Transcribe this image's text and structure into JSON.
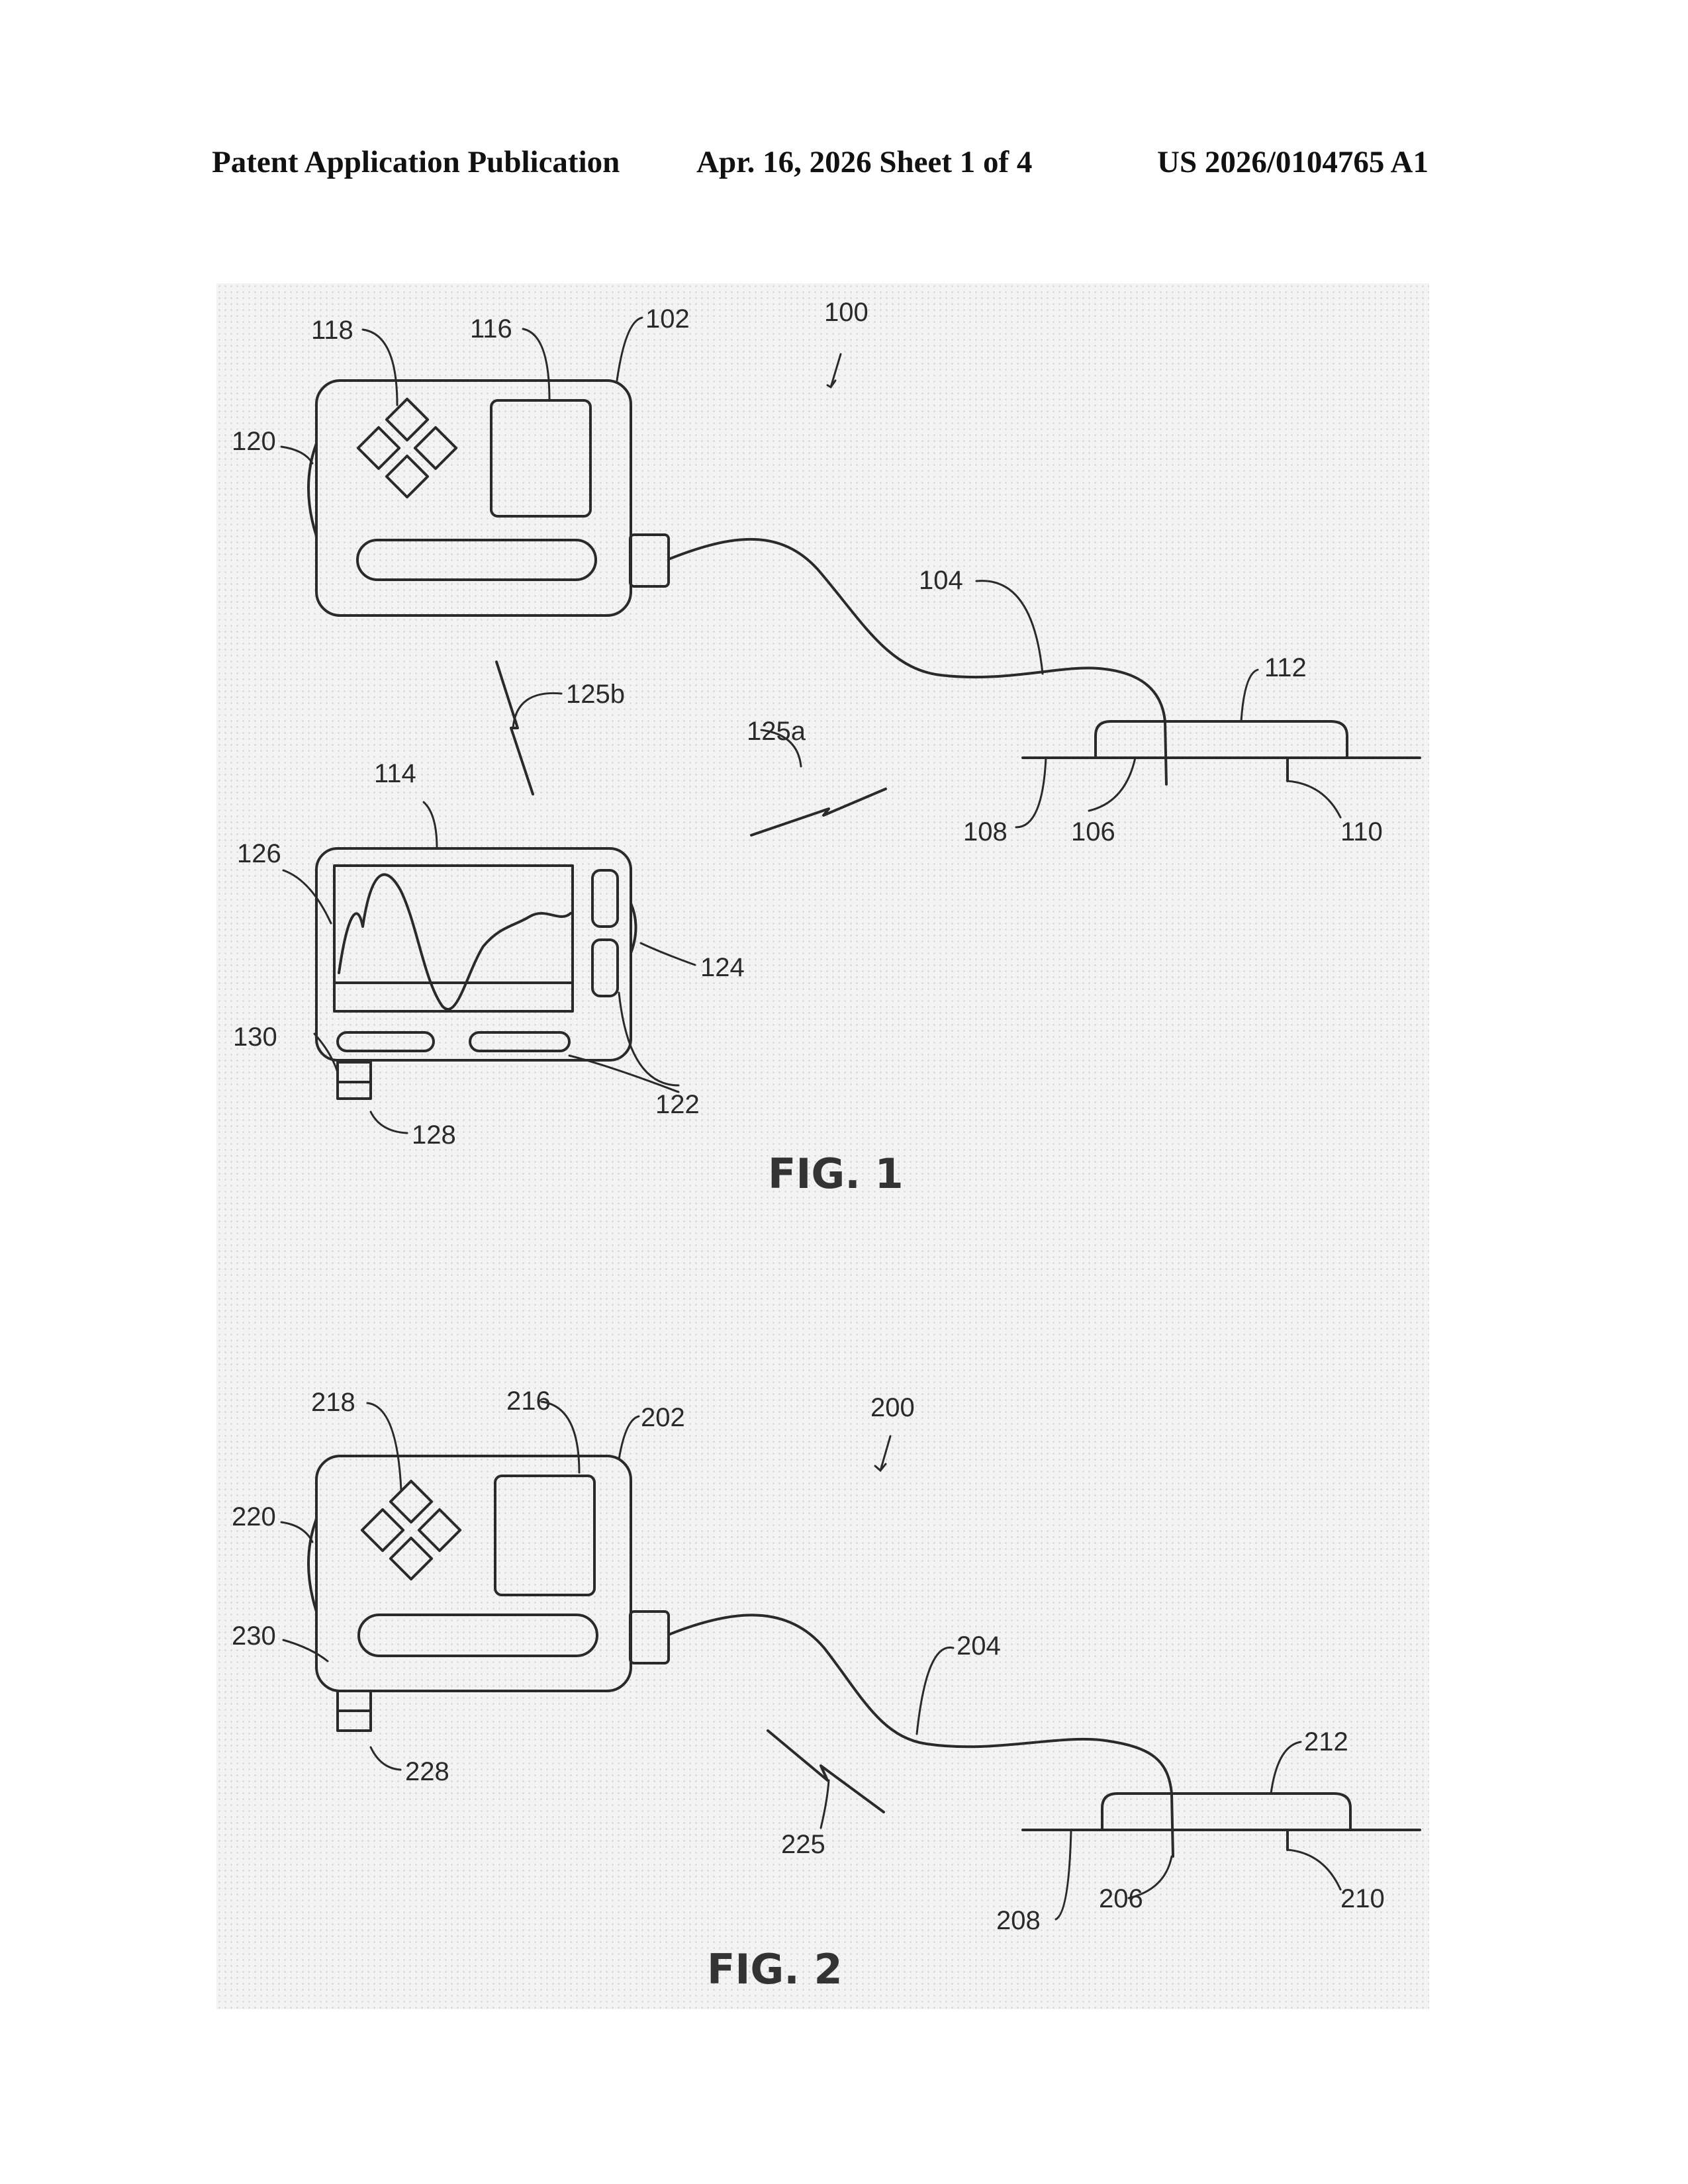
{
  "header": {
    "left": "Patent Application Publication",
    "middle": "Apr. 16, 2026  Sheet 1 of 4",
    "right": "US 2026/0104765 A1"
  },
  "fig1": {
    "caption": "FIG. 1",
    "refs": {
      "r100": "100",
      "r102": "102",
      "r104": "104",
      "r106": "106",
      "r108": "108",
      "r110": "110",
      "r112": "112",
      "r114": "114",
      "r116": "116",
      "r118": "118",
      "r120": "120",
      "r122": "122",
      "r124": "124",
      "r125a": "125a",
      "r125b": "125b",
      "r126": "126",
      "r128": "128",
      "r130": "130"
    }
  },
  "fig2": {
    "caption": "FIG. 2",
    "refs": {
      "r200": "200",
      "r202": "202",
      "r204": "204",
      "r206": "206",
      "r208": "208",
      "r210": "210",
      "r212": "212",
      "r216": "216",
      "r218": "218",
      "r220": "220",
      "r225": "225",
      "r228": "228",
      "r230": "230"
    }
  }
}
